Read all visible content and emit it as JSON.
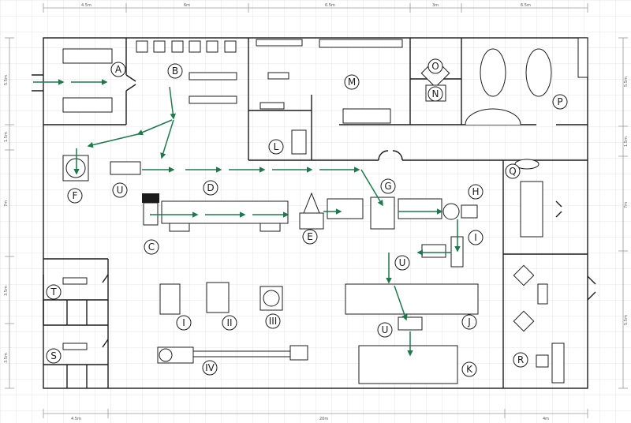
{
  "dimensions": {
    "top": [
      "4.5m",
      "6m",
      "6.5m",
      "3m",
      "6.5m"
    ],
    "bottom": [
      "4.5m",
      "20m",
      "4m"
    ],
    "left": [
      "5.5m",
      "1.5m",
      "7m",
      "3.5m",
      "3.5m"
    ],
    "right": [
      "5.5m",
      "1.5m",
      "7m",
      "5.5m"
    ]
  },
  "labels": {
    "A": "A",
    "B": "B",
    "C": "C",
    "D": "D",
    "E": "E",
    "F": "F",
    "G": "G",
    "H": "H",
    "I": "I",
    "J": "J",
    "K": "K",
    "L": "L",
    "M": "M",
    "N": "N",
    "O": "O",
    "P": "P",
    "Q": "Q",
    "R": "R",
    "S": "S",
    "T": "T",
    "U1": "U",
    "U2": "U",
    "U3": "U",
    "r1": "I",
    "r2": "II",
    "r3": "III",
    "r4": "IV"
  },
  "colors": {
    "flow": "#1e7a4c",
    "wall": "#1c1c1c",
    "grid": "#e2e2e2"
  }
}
